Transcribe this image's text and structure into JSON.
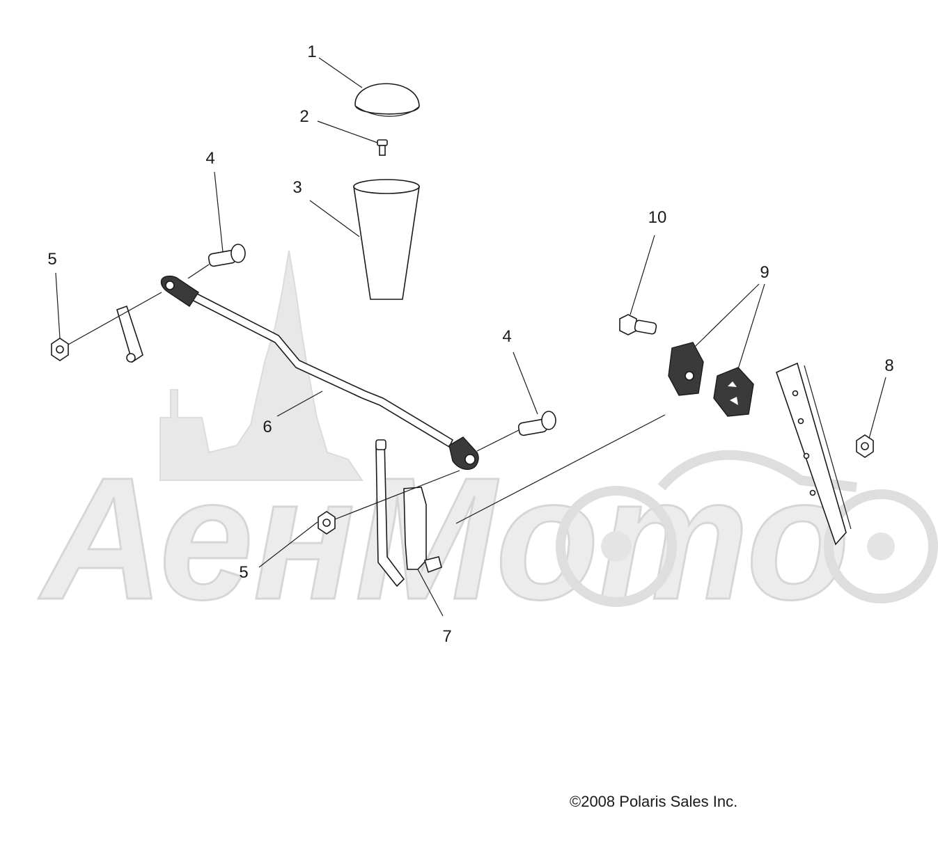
{
  "watermark": {
    "text": "АенМото",
    "color": "#e6e6e6"
  },
  "callouts": [
    {
      "id": "1",
      "label": "1"
    },
    {
      "id": "2",
      "label": "2"
    },
    {
      "id": "3",
      "label": "3"
    },
    {
      "id": "4a",
      "label": "4"
    },
    {
      "id": "4b",
      "label": "4"
    },
    {
      "id": "5a",
      "label": "5"
    },
    {
      "id": "5b",
      "label": "5"
    },
    {
      "id": "6",
      "label": "6"
    },
    {
      "id": "7",
      "label": "7"
    },
    {
      "id": "8",
      "label": "8"
    },
    {
      "id": "9",
      "label": "9"
    },
    {
      "id": "10",
      "label": "10"
    }
  ],
  "copyright": "©2008 Polaris Sales Inc.",
  "colors": {
    "line": "#1a1a1a",
    "watermark": "#e6e6e6",
    "background": "#ffffff"
  }
}
